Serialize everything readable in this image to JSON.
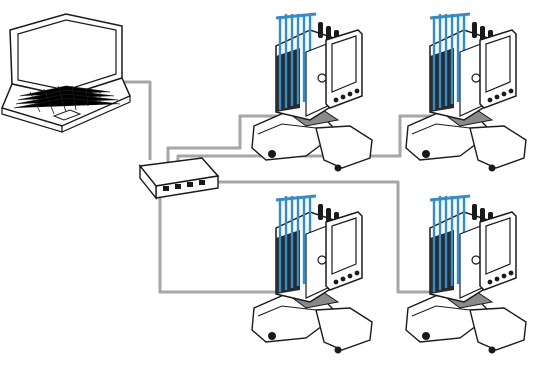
{
  "diagram": {
    "nodes": [
      {
        "id": "laptop",
        "icon": "laptop-icon"
      },
      {
        "id": "hub",
        "icon": "network-hub-icon",
        "ports": 4
      },
      {
        "id": "machine-1",
        "icon": "embroidery-machine-icon"
      },
      {
        "id": "machine-2",
        "icon": "embroidery-machine-icon"
      },
      {
        "id": "machine-3",
        "icon": "embroidery-machine-icon"
      },
      {
        "id": "machine-4",
        "icon": "embroidery-machine-icon"
      }
    ],
    "connections": [
      {
        "from": "laptop",
        "to": "hub"
      },
      {
        "from": "hub",
        "to": "machine-1"
      },
      {
        "from": "hub",
        "to": "machine-2"
      },
      {
        "from": "hub",
        "to": "machine-3"
      },
      {
        "from": "hub",
        "to": "machine-4"
      }
    ],
    "colors": {
      "cable": "#a6a6a6",
      "outline": "#1a1a1a",
      "thread": "#2f8fce",
      "body": "#ffffff",
      "dark": "#2b2b2b"
    }
  }
}
